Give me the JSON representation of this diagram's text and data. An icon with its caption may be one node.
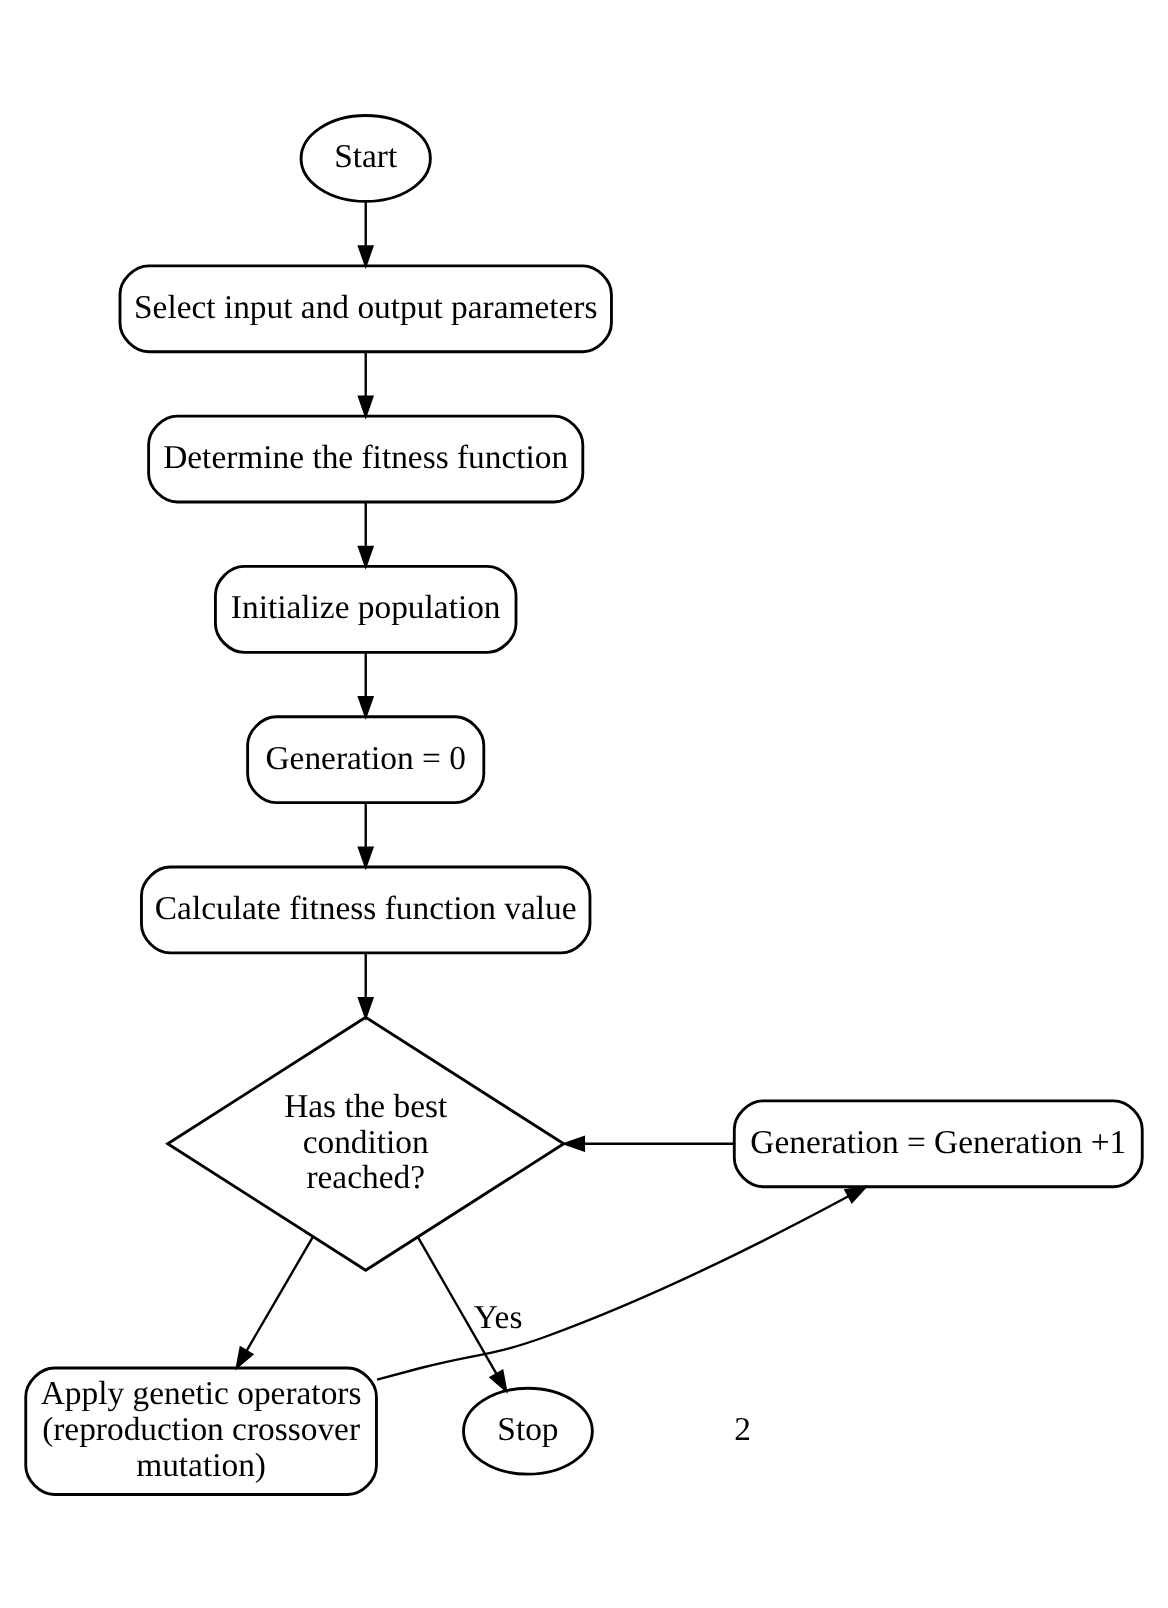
{
  "diagram": {
    "nodes": [
      {
        "text": [
          "Start"
        ]
      },
      {
        "text": [
          "Select input and output parameters"
        ]
      },
      {
        "text": [
          "Determine the fitness function"
        ]
      },
      {
        "text": [
          "Initialize population"
        ]
      },
      {
        "text": [
          "Generation = 0"
        ]
      },
      {
        "text": [
          "Calculate fitness function value"
        ]
      },
      {
        "text": [
          "Has the best condition reached?"
        ]
      },
      {
        "text": [
          "Generation = Generation +1"
        ]
      },
      {
        "text": [
          "Apply genetic operators (reproduction crossover mutation)"
        ]
      },
      {
        "text": [
          "Stop"
        ]
      }
    ],
    "edges": [
      {
        "from": 0,
        "to": 1,
        "arrow": "to"
      },
      {
        "from": 1,
        "to": 2,
        "arrow": "to"
      },
      {
        "from": 2,
        "to": 3,
        "arrow": "to"
      },
      {
        "from": 3,
        "to": 4,
        "arrow": "to"
      },
      {
        "from": 4,
        "to": 5,
        "arrow": "to"
      },
      {
        "from": 5,
        "to": 6,
        "arrow": "to"
      },
      {
        "from": 6,
        "to": 9,
        "label": "Yes",
        "arrow": "to"
      },
      {
        "from": 6,
        "to": 8,
        "arrow": "to"
      },
      {
        "from": 8,
        "to": 7,
        "arrow": "to"
      },
      {
        "from": 7,
        "to": 6,
        "arrow": "to"
      }
    ],
    "labels": [
      "2"
    ]
  }
}
